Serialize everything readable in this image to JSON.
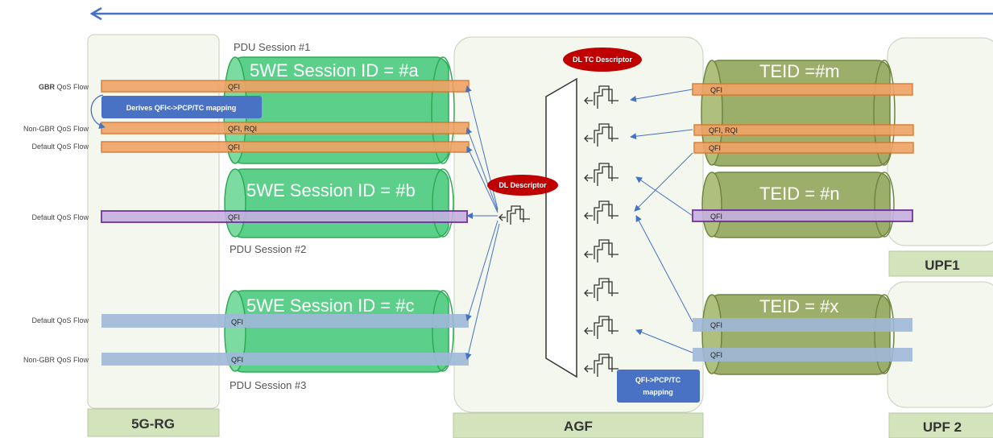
{
  "colors": {
    "session_green": "#5ccf8a",
    "tunnel_olive": "#9bae6a",
    "gbr_orange": "#f0a366",
    "default_purple": "#c6b0e0",
    "flow_blue": "#9fb8d8",
    "badge_red": "#c00000",
    "mapping_blue": "#4a72c4",
    "box_label_bg": "#d3e3bb",
    "arrow_blue": "#4472c4"
  },
  "top_arrow_icon": "left-arrow-icon",
  "boxes": {
    "rg": "5G-RG",
    "agf": "AGF",
    "upf1": "UPF1",
    "upf2": "UPF 2"
  },
  "flow_labels": {
    "gbr_bold": "GBR",
    "gbr_rest": " QoS Flow",
    "nongbr1": "Non-GBR QoS Flow",
    "default1": "Default QoS Flow",
    "default2": "Default QoS Flow",
    "default3": "Default QoS Flow",
    "nongbr3": "Non-GBR  QoS Flow"
  },
  "pdu_sessions": {
    "s1": "PDU Session #1",
    "s2": "PDU Session #2",
    "s3": "PDU Session #3"
  },
  "sessions": {
    "a": "5WE Session ID = #a",
    "b": "5WE Session ID = #b",
    "c": "5WE Session ID = #c"
  },
  "teids": {
    "m": "TEID =#m",
    "n": "TEID = #n",
    "x": "TEID = #x"
  },
  "qfi_labels": {
    "qfi": "QFI",
    "qfi_rqi": "QFI, RQI"
  },
  "badges": {
    "dl_tc_descriptor": "DL TC Descriptor",
    "dl_descriptor": "DL Descriptor"
  },
  "mapping_boxes": {
    "derives": "Derives QFI<->PCP/TC  mapping",
    "qfi_pcp_line1": "QFI->PCP/TC",
    "qfi_pcp_line2": "mapping"
  }
}
